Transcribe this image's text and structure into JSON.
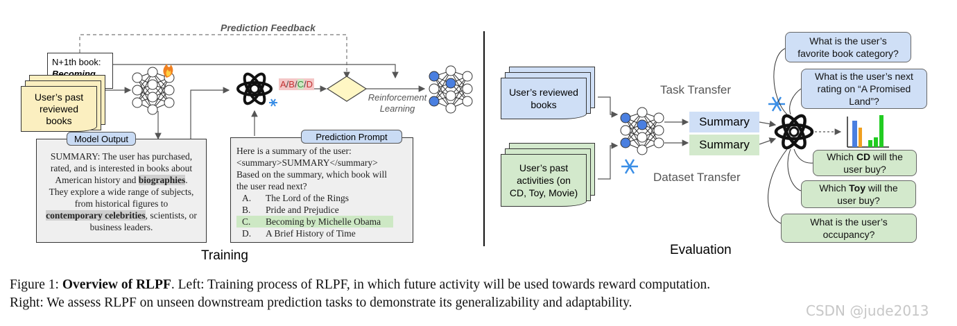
{
  "training": {
    "feedback_label": "Prediction Feedback",
    "next_book": {
      "line1": "N+1th book:",
      "line2": "Becoming"
    },
    "past_books": [
      "User’s past",
      "reviewed",
      "books"
    ],
    "model_output_tag": "Model Output",
    "summary_lines": [
      {
        "text": "SUMMARY: The user has purchased,"
      },
      {
        "text": "rated, and is interested in books about"
      },
      {
        "pre": "American history and ",
        "bold": "biographies",
        "post": "."
      },
      {
        "text": "They explore a wide range of subjects,"
      },
      {
        "text": "from historical figures to"
      },
      {
        "pre": "",
        "bold": "contemporary celebrities",
        "post": ", scientists, or"
      },
      {
        "text": "business leaders."
      }
    ],
    "options_label": [
      "A",
      "/",
      "B",
      "/",
      "C",
      "/",
      "D"
    ],
    "rl_label": [
      "Reinforcement",
      "Learning"
    ],
    "prompt_tag": "Prediction Prompt",
    "prompt_lines": [
      "Here is a summary of the user:",
      "<summary>SUMMARY</summary>",
      "Based on the summary, which book will",
      "the user read next?"
    ],
    "choices": [
      {
        "letter": "A.",
        "text": "The Lord of the Rings"
      },
      {
        "letter": "B.",
        "text": "Pride and Prejudice"
      },
      {
        "letter": "C.",
        "text": "Becoming by Michelle Obama",
        "highlight": true
      },
      {
        "letter": "D.",
        "text": "A Brief History of Time"
      }
    ],
    "section_label": "Training"
  },
  "evaluation": {
    "reviewed_books": [
      "User’s reviewed",
      "books"
    ],
    "past_activities": [
      "User’s past",
      "activities (on",
      "CD, Toy, Movie)"
    ],
    "task_transfer": "Task Transfer",
    "dataset_transfer": "Dataset Transfer",
    "summary_blue": "Summary",
    "summary_green": "Summary",
    "questions_blue": [
      [
        "What is the user’s",
        "favorite book category?"
      ],
      [
        "What is the user’s next",
        "rating on “A Promised",
        "Land”?"
      ]
    ],
    "questions_green": [
      {
        "pre": "Which ",
        "bold": "CD",
        "post": " will the",
        "line2": "user buy?"
      },
      {
        "pre": "Which ",
        "bold": "Toy",
        "post": " will the",
        "line2": "user buy?"
      },
      {
        "pre": "What is the user’s",
        "bold": "",
        "post": "",
        "line2": "occupancy?"
      }
    ],
    "section_label": "Evaluation"
  },
  "caption": {
    "line1_pre": "Figure 1: ",
    "line1_bold": "Overview of RLPF",
    "line1_post": ". Left: Training process of RLPF, in which future activity will be used towards reward computation.",
    "line2": "Right: We assess RLPF on unseen downstream prediction tasks to demonstrate its generalizability and adaptability."
  },
  "watermark": "CSDN @jude2013",
  "colors": {
    "blue_box": "#cfdff6",
    "green_box": "#d3e9cc",
    "node_blue": "#4a7fe0",
    "bar_green": "#22cc22",
    "options_bg": "#f4c7c7"
  }
}
